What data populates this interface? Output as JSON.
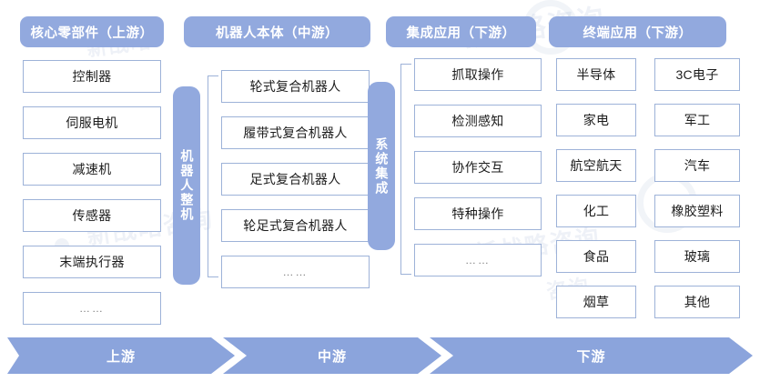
{
  "diagram": {
    "title_columns": [
      {
        "id": "upstream-core-parts",
        "label": "核心零部件（上游）"
      },
      {
        "id": "midstream-robot-body",
        "label": "机器人本体（中游）"
      },
      {
        "id": "downstream-integrated-app",
        "label": "集成应用（下游）"
      },
      {
        "id": "downstream-terminal-app",
        "label": "终端应用（下游）"
      }
    ],
    "vertical_labels": [
      {
        "id": "robot-whole-machine",
        "label": "机器人整机"
      },
      {
        "id": "system-integration",
        "label": "系统集成"
      }
    ],
    "columns": {
      "core_parts": {
        "items": [
          "控制器",
          "伺服电机",
          "减速机",
          "传感器",
          "末端执行器",
          "……"
        ]
      },
      "robot_body": {
        "items": [
          "轮式复合机器人",
          "履带式复合机器人",
          "足式复合机器人",
          "轮足式复合机器人",
          "……"
        ]
      },
      "integrated_app": {
        "items": [
          "抓取操作",
          "检测感知",
          "协作交互",
          "特种操作",
          "……"
        ]
      },
      "terminal_app_left": {
        "items": [
          "半导体",
          "家电",
          "航空航天",
          "化工",
          "食品",
          "烟草"
        ]
      },
      "terminal_app_right": {
        "items": [
          "3C电子",
          "军工",
          "汽车",
          "橡胶塑料",
          "玻璃",
          "其他"
        ]
      }
    },
    "flow_arrows": [
      {
        "id": "upstream",
        "label": "上游"
      },
      {
        "id": "midstream",
        "label": "中游"
      },
      {
        "id": "downstream",
        "label": "下游"
      }
    ],
    "watermarks": [
      "新战略",
      "咨询",
      "新战略咨询"
    ],
    "colors": {
      "accent": "#92a9de",
      "arrow": "#8ba4dc",
      "box_border": "#9db2d8",
      "background": "#ffffff",
      "text": "#1c1c1c"
    }
  }
}
